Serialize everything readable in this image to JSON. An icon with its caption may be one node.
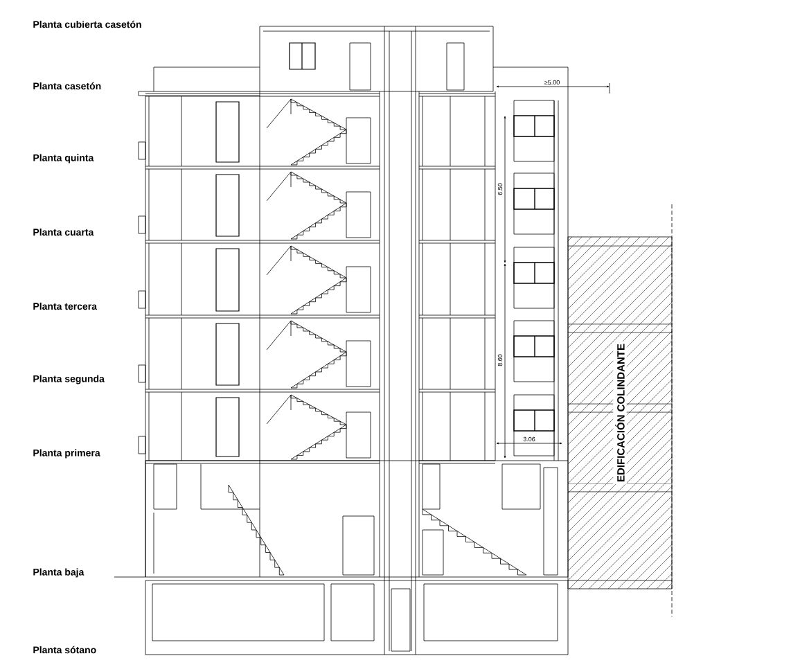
{
  "diagram": {
    "nodes": [
      {
        "text": [
          "EDIFICACIÓN COLINDANTE"
        ]
      }
    ],
    "labels": [
      "Planta cubierta casetón",
      "Planta casetón",
      "≥5.00",
      "Planta quinta",
      "6.50",
      "Planta cuarta",
      "Planta tercera",
      "Planta segunda",
      "8.60",
      "Planta primera",
      "3.06",
      "Planta baja",
      "Planta sótano"
    ]
  }
}
